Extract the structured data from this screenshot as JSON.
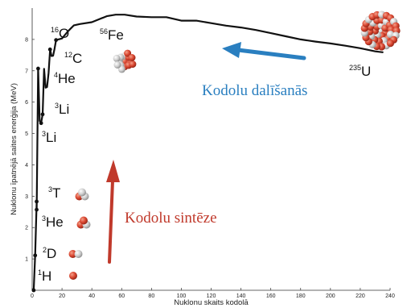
{
  "chart_data": {
    "type": "line",
    "xlabel": "Nuklonu skaits kodolā",
    "ylabel": "Nuklonu īpatnējā saites enerģija (MeV)",
    "xlim": [
      0,
      240
    ],
    "ylim": [
      0,
      9
    ],
    "x_ticks": [
      0,
      20,
      40,
      60,
      80,
      100,
      120,
      140,
      160,
      180,
      200,
      220,
      240
    ],
    "y_ticks": [
      1,
      2,
      3,
      4,
      5,
      6,
      7,
      8
    ],
    "grid": false,
    "series": [
      {
        "x": [
          1,
          2,
          3,
          3,
          4,
          5,
          6,
          7,
          8,
          9,
          10,
          11,
          12,
          13,
          14,
          15,
          16,
          20,
          24,
          28,
          32,
          40,
          50,
          56,
          62,
          70,
          80,
          90,
          100,
          110,
          120,
          130,
          140,
          150,
          160,
          170,
          180,
          190,
          200,
          210,
          220,
          230,
          235
        ],
        "y": [
          0,
          1.11,
          2.83,
          2.57,
          7.07,
          5.4,
          5.33,
          5.61,
          7.06,
          6.46,
          6.48,
          6.93,
          7.68,
          7.47,
          7.48,
          7.7,
          7.98,
          8.03,
          8.26,
          8.45,
          8.49,
          8.55,
          8.74,
          8.79,
          8.79,
          8.73,
          8.71,
          8.71,
          8.6,
          8.6,
          8.52,
          8.44,
          8.38,
          8.3,
          8.2,
          8.1,
          8.0,
          7.93,
          7.87,
          7.8,
          7.72,
          7.62,
          7.59
        ],
        "color": "#111111"
      }
    ],
    "markers": [
      {
        "x": 1,
        "y": 0
      },
      {
        "x": 2,
        "y": 1.11
      },
      {
        "x": 3,
        "y": 2.83
      },
      {
        "x": 3,
        "y": 2.57
      },
      {
        "x": 4,
        "y": 7.07
      },
      {
        "x": 6,
        "y": 5.33
      },
      {
        "x": 7,
        "y": 5.61
      },
      {
        "x": 12,
        "y": 7.68
      },
      {
        "x": 16,
        "y": 7.98
      }
    ],
    "isotope_labels": [
      {
        "mass": "1",
        "symbol": "H"
      },
      {
        "mass": "2",
        "symbol": "D"
      },
      {
        "mass": "3",
        "symbol": "He"
      },
      {
        "mass": "3",
        "symbol": "T"
      },
      {
        "mass": "3",
        "symbol": "Li"
      },
      {
        "mass": "3",
        "symbol": "Li"
      },
      {
        "mass": "4",
        "symbol": "He"
      },
      {
        "mass": "12",
        "symbol": "C"
      },
      {
        "mass": "16",
        "symbol": "O"
      },
      {
        "mass": "56",
        "symbol": "Fe"
      },
      {
        "mass": "235",
        "symbol": "U"
      }
    ],
    "annotations": [
      {
        "text": "Kodolu dalīšanās",
        "color": "#2a7fc0"
      },
      {
        "text": "Kodolu sintēze",
        "color": "#c0392b"
      }
    ],
    "colors": {
      "fission": "#2a7fc0",
      "fusion": "#c0392b",
      "proton": "#d9452f",
      "neutron": "#c8c8c8",
      "curve": "#111111"
    }
  }
}
